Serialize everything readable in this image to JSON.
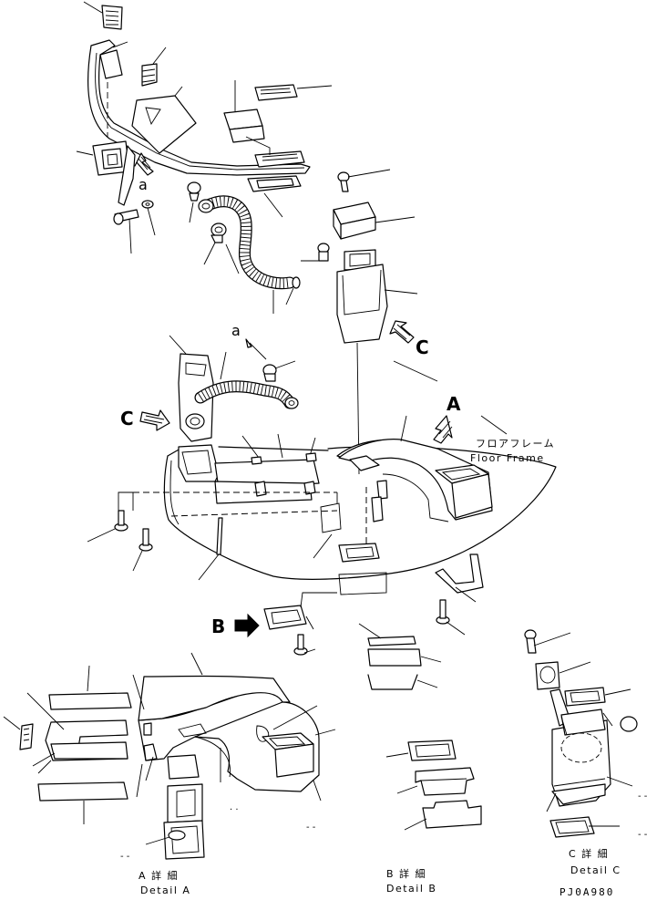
{
  "diagram": {
    "view_labels": {
      "a_upper": "a",
      "a_lower": "a",
      "c_right": "C",
      "c_left": "C",
      "a_arrow": "A",
      "b_arrow": "B"
    },
    "floor_frame": {
      "label_jp": "フロアフレーム",
      "label_en": "Floor Frame"
    },
    "details": [
      {
        "label_jp": "A 詳 細",
        "label_en": "Detail A"
      },
      {
        "label_jp": "B 詳 細",
        "label_en": "Detail B"
      },
      {
        "label_jp": "C 詳 細",
        "label_en": "Detail C"
      }
    ],
    "drawing_code": "PJ0A980",
    "marks": {
      "dash_a": "- -",
      "dash_b": "- -",
      "dash_c": "- -",
      "dot_a": ". .",
      "dash_d": "- -"
    }
  }
}
